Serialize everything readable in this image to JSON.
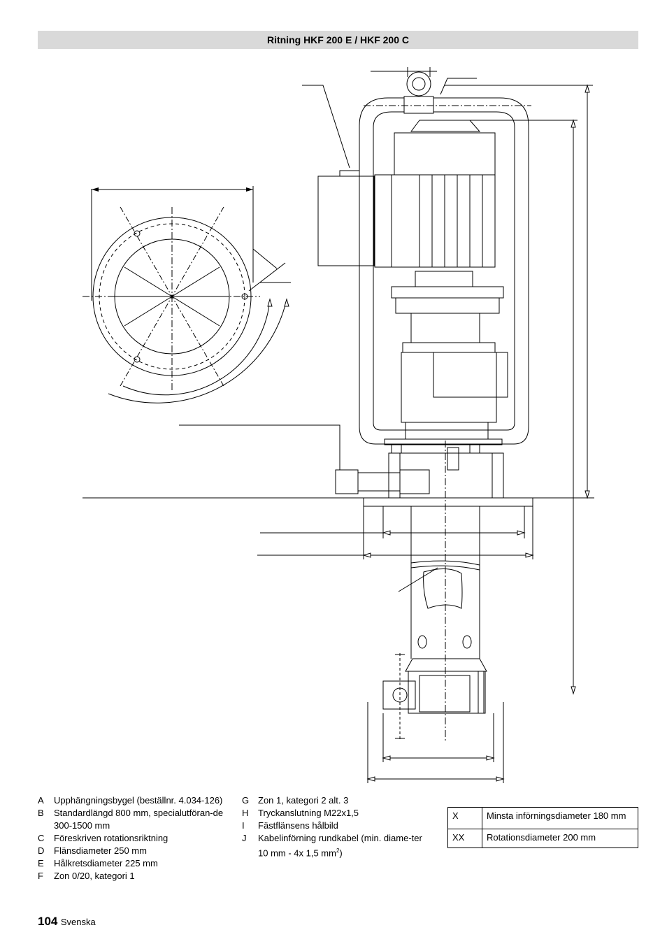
{
  "header": {
    "title": "Ritning HKF 200 E / HKF 200 C"
  },
  "legend_col1": [
    {
      "key": "A",
      "text": "Upphängningsbygel (beställnr. 4.034-126)"
    },
    {
      "key": "B",
      "text": "Standardlängd 800 mm, specialutföran-de 300-1500 mm"
    },
    {
      "key": "C",
      "text": "Föreskriven rotationsriktning"
    },
    {
      "key": "D",
      "text": "Flänsdiameter 250 mm"
    },
    {
      "key": "E",
      "text": "Hålkretsdiameter 225 mm"
    },
    {
      "key": "F",
      "text": "Zon 0/20, kategori 1"
    }
  ],
  "legend_col2": [
    {
      "key": "G",
      "text": "Zon 1, kategori 2 alt. 3"
    },
    {
      "key": "H",
      "text": "Tryckanslutning M22x1,5"
    },
    {
      "key": "I",
      "text": "Fästflänsens hålbild"
    },
    {
      "key": "J",
      "text": "Kabelinförning rundkabel (min. diame-ter 10 mm - 4x 1,5 mm",
      "sup": "2",
      "tail": ")"
    }
  ],
  "table": [
    {
      "key": "X",
      "text": "Minsta införningsdiameter 180 mm"
    },
    {
      "key": "XX",
      "text": "Rotationsdiameter 200 mm"
    }
  ],
  "footer": {
    "page_number": "104",
    "language": "Svenska"
  }
}
